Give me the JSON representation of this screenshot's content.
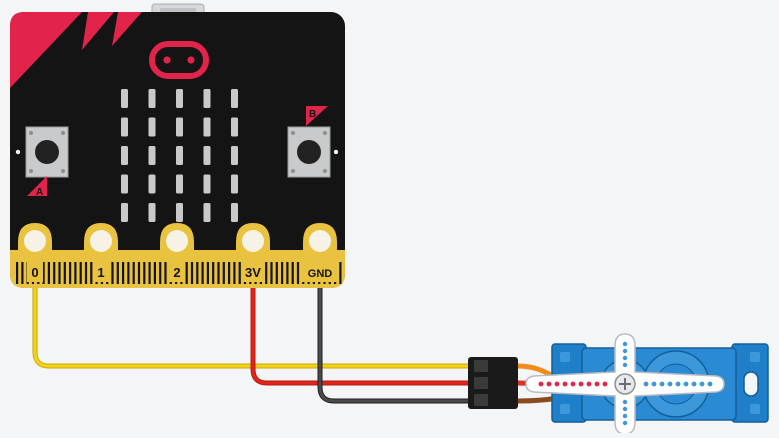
{
  "board": {
    "button_a_label": "A",
    "button_b_label": "B",
    "pins": [
      {
        "label": "0"
      },
      {
        "label": "1"
      },
      {
        "label": "2"
      },
      {
        "label": "3V"
      },
      {
        "label": "GND"
      }
    ],
    "led_rows": 5,
    "led_cols": 5
  },
  "colors": {
    "board": "#141414",
    "accent": "#e2234a",
    "gold": "#e9c23f",
    "wire_signal": "#f2d21b",
    "wire_power": "#e2231a",
    "wire_ground": "#3a3a3a",
    "servo_body": "#1f7fc8",
    "servo_horn": "#ffffff"
  }
}
